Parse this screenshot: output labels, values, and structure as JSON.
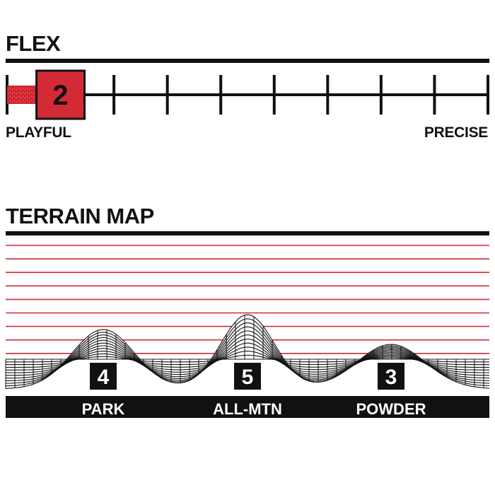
{
  "flex": {
    "title": "FLEX",
    "min_label": "PLAYFUL",
    "max_label": "PRECISE",
    "ticks": 10,
    "value": "2",
    "accent": "#d42a35"
  },
  "terrain": {
    "title": "TERRAIN MAP"
  },
  "chart_data": {
    "type": "area",
    "title": "TERRAIN MAP",
    "categories": [
      "PARK",
      "ALL-MTN",
      "POWDER"
    ],
    "values": [
      4,
      5,
      3
    ],
    "series": [
      {
        "values": [
          4,
          5,
          3
        ]
      }
    ],
    "ylim": [
      0,
      10
    ],
    "grid": true,
    "grid_color": "#d42a35",
    "line_color": "#111111"
  }
}
